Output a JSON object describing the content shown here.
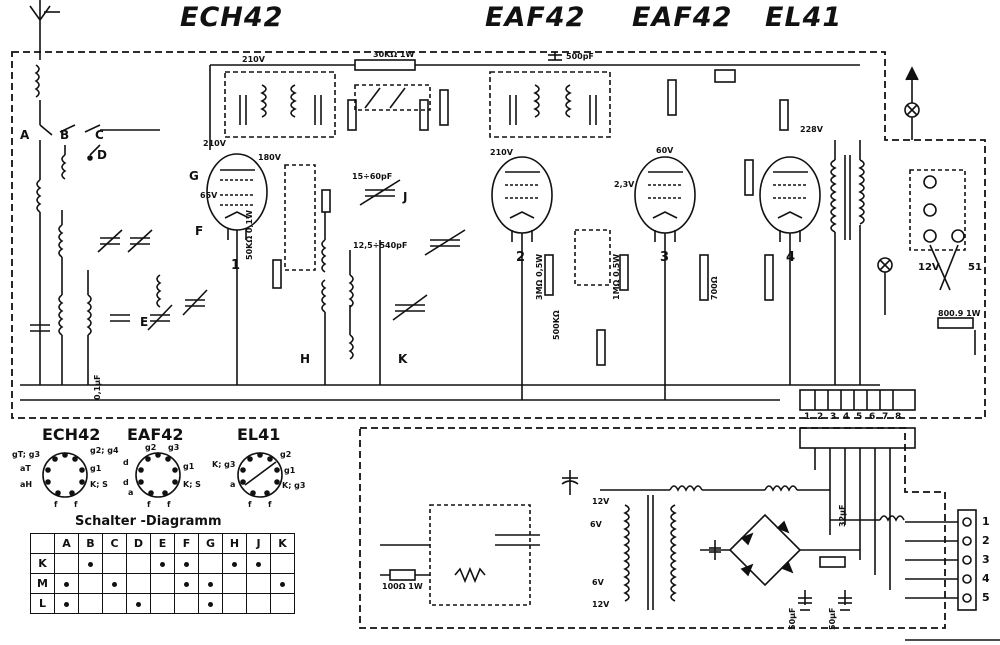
{
  "tube_titles": [
    "ECH42",
    "EAF42",
    "EAF42",
    "EL41"
  ],
  "tube_numbers": [
    "1",
    "2",
    "3",
    "4"
  ],
  "pinout_titles": [
    "ECH42",
    "EAF42",
    "EL41"
  ],
  "pinout_labels": {
    "ech42": [
      "gT; g3",
      "g2; g4",
      "aT",
      "g1",
      "aH",
      "K; S",
      "f",
      "f"
    ],
    "eaf42": [
      "d",
      "g2",
      "g3",
      "d",
      "g1",
      "a",
      "K; S",
      "f",
      "f"
    ],
    "el41": [
      "g2",
      "K; g3",
      "g1",
      "a",
      "K; g3",
      "f",
      "f"
    ]
  },
  "component_labels": {
    "r_30k": "30KΩ 1W",
    "c_500p_top": "500pF",
    "v_210_top": "210V",
    "v_210_left": "210V",
    "v_210_mid": "210V",
    "v_180": "180V",
    "v_65": "65V",
    "v_60": "60V",
    "v_23": "2,3V",
    "v_228": "228V",
    "v_12": "12V",
    "v_6": "6V",
    "c_15_60": "15÷60pF",
    "c_125_540": "12,5÷540pF",
    "r_50k_01": "50KΩ 0,1W",
    "r_3m": "3MΩ 0,5W",
    "r_1m": "1MΩ 0,5W",
    "r_500k": "500KΩ",
    "r_800": "800.9 1W",
    "r_100": "100Ω 1W",
    "c_01uf": "0,1μF",
    "c_50uf_a": "50μF",
    "c_50uf_b": "50μF",
    "c_32uf": "32μF",
    "r_700": "700Ω"
  },
  "switch_letters": [
    "A",
    "B",
    "C",
    "D",
    "E",
    "F",
    "G",
    "H",
    "J",
    "K"
  ],
  "switch_diagram": {
    "title": "Schalter -Diagramm",
    "columns": [
      "A",
      "B",
      "C",
      "D",
      "E",
      "F",
      "G",
      "H",
      "J",
      "K"
    ],
    "rows": [
      {
        "label": "K",
        "on": [
          "B",
          "E",
          "F",
          "H",
          "J"
        ]
      },
      {
        "label": "M",
        "on": [
          "A",
          "C",
          "F",
          "G",
          "K"
        ]
      },
      {
        "label": "L",
        "on": [
          "A",
          "D",
          "G"
        ]
      }
    ]
  },
  "strip_numbers": [
    "1",
    "2",
    "3",
    "4",
    "5",
    "6",
    "7",
    "8"
  ],
  "terminal_numbers": [
    "1",
    "2",
    "3",
    "4",
    "5"
  ],
  "aux_labels": [
    "51",
    "12V",
    "6V",
    "12V"
  ]
}
